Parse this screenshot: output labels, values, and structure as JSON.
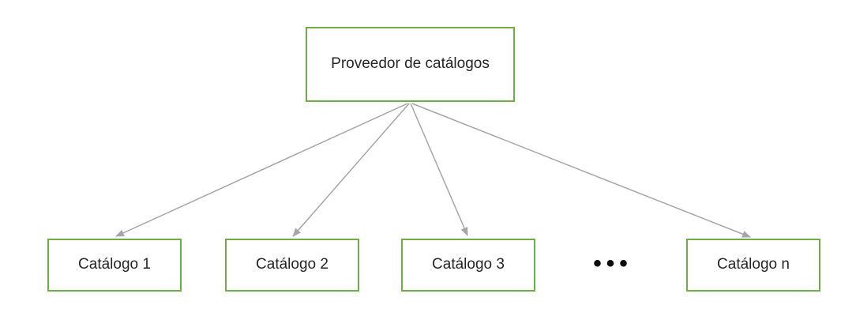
{
  "diagram": {
    "root": {
      "label": "Proveedor de catálogos"
    },
    "children": [
      {
        "label": "Catálogo 1"
      },
      {
        "label": "Catálogo 2"
      },
      {
        "label": "Catálogo 3"
      },
      {
        "label": "Catálogo n"
      }
    ],
    "ellipsis": "•••",
    "colors": {
      "box_border": "#70AD47",
      "box_fill": "#FFFFFF",
      "arrow": "#A6A6A6",
      "text": "#262626",
      "background": "#FFFFFF"
    }
  }
}
